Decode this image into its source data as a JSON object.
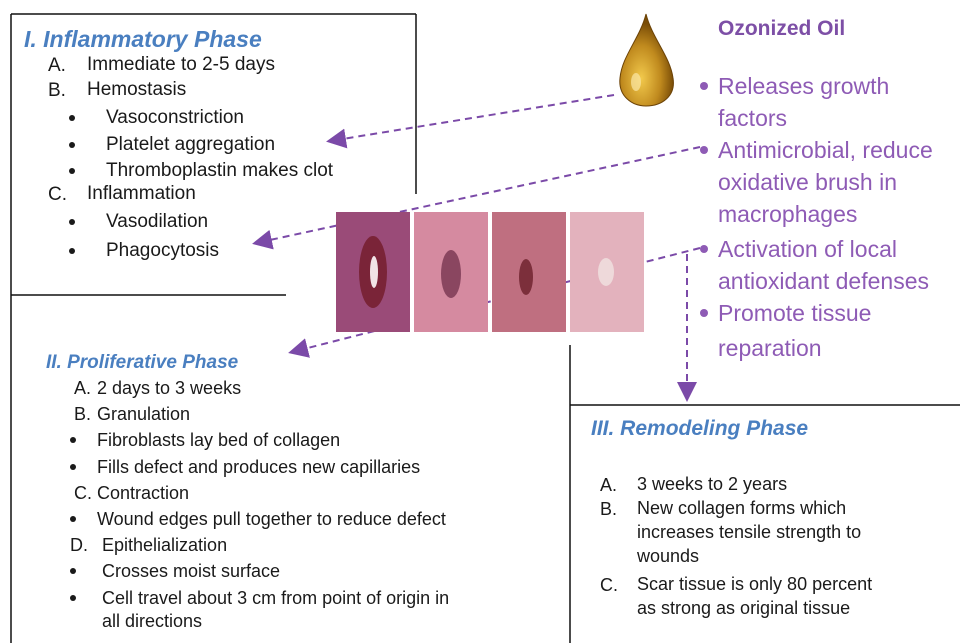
{
  "phase1": {
    "title": "I. Inflammatory Phase",
    "items": [
      {
        "marker": "A.",
        "text": "Immediate to 2-5 days"
      },
      {
        "marker": "B.",
        "text": "Hemostasis"
      },
      {
        "marker": "•",
        "text": "Vasoconstriction"
      },
      {
        "marker": "•",
        "text": "Platelet aggregation"
      },
      {
        "marker": "•",
        "text": "Thromboplastin makes clot"
      },
      {
        "marker": "C.",
        "text": "Inflammation"
      },
      {
        "marker": "•",
        "text": "Vasodilation"
      },
      {
        "marker": "•",
        "text": "Phagocytosis"
      }
    ]
  },
  "phase2": {
    "title": "II. Proliferative Phase",
    "items": [
      {
        "marker": "A.",
        "text": "2 days to 3 weeks"
      },
      {
        "marker": "B.",
        "text": "Granulation"
      },
      {
        "marker": "•",
        "text": "Fibroblasts lay bed of collagen"
      },
      {
        "marker": "•",
        "text": "Fills defect and produces new capillaries"
      },
      {
        "marker": "C.",
        "text": "Contraction"
      },
      {
        "marker": "•",
        "text": "Wound edges pull together to reduce defect"
      },
      {
        "marker": "D.",
        "text": "Epithelialization"
      },
      {
        "marker": "•",
        "text": "Crosses moist surface"
      },
      {
        "marker": "•",
        "text": "Cell travel about 3 cm from point of origin in"
      },
      {
        "marker": "",
        "text": "all directions"
      }
    ]
  },
  "phase3": {
    "title": "III. Remodeling Phase",
    "items": [
      {
        "marker": "A.",
        "text": "3 weeks to 2 years"
      },
      {
        "marker": "B.",
        "text": "New collagen forms which"
      },
      {
        "marker": "",
        "text": "increases tensile strength to"
      },
      {
        "marker": "",
        "text": "wounds"
      },
      {
        "marker": "C.",
        "text": "Scar tissue is only 80 percent"
      },
      {
        "marker": "",
        "text": "as strong as original tissue"
      }
    ]
  },
  "ozonized_oil": {
    "title": "Ozonized Oil",
    "benefits": [
      {
        "lines": [
          "Releases growth",
          "factors"
        ]
      },
      {
        "lines": [
          "Antimicrobial, reduce",
          "oxidative brush in",
          "macrophages"
        ]
      },
      {
        "lines": [
          "Activation of local",
          "antioxidant defenses"
        ]
      },
      {
        "lines": [
          "Promote tissue",
          "reparation"
        ]
      }
    ]
  },
  "colors": {
    "phase_title": "#4a7fc0",
    "oil_text": "#8e5bb5",
    "arrow": "#7b4aa8",
    "drop": "#c08a1e"
  }
}
